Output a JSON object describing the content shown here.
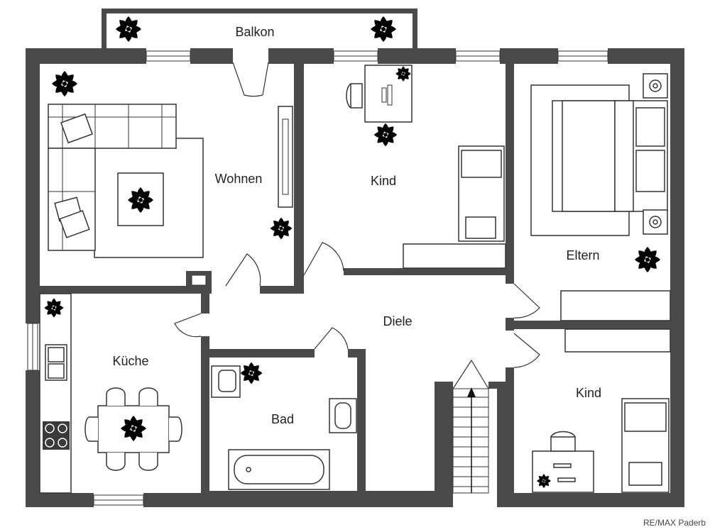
{
  "rooms": {
    "balkon": "Balkon",
    "wohnen": "Wohnen",
    "kind_top": "Kind",
    "eltern": "Eltern",
    "diele": "Diele",
    "kueche": "Küche",
    "bad": "Bad",
    "kind_bottom": "Kind"
  },
  "credit": "RE/MAX Paderb"
}
